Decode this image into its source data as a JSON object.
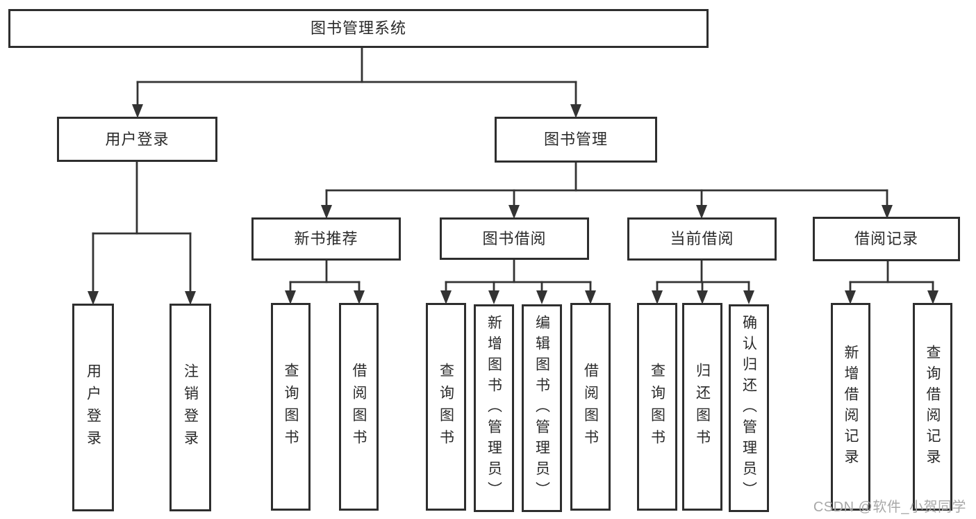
{
  "nodes": {
    "root": "图书管理系统",
    "user_login": "用户登录",
    "book_mgmt": "图书管理",
    "ul_login": "用户登录",
    "ul_logout": "注销登录",
    "new_book": "新书推荐",
    "book_borrow": "图书借阅",
    "current_borrow": "当前借阅",
    "borrow_record": "借阅记录",
    "nb_query": "查询图书",
    "nb_borrow": "借阅图书",
    "bb_query": "查询图书",
    "bb_add": "新增图书（管理员）",
    "bb_edit": "编辑图书（管理员）",
    "bb_borrow": "借阅图书",
    "cb_query": "查询图书",
    "cb_return": "归还图书",
    "cb_confirm": "确认归还（管理员）",
    "br_add": "新增借阅记录",
    "br_query": "查询借阅记录"
  },
  "colors": {
    "line": "#333333",
    "box_border": "#2e2e2e",
    "text": "#2a2a2a",
    "background": "#ffffff",
    "watermark": "#a8a8a8"
  },
  "watermark": "CSDN @软件_小贺同学"
}
